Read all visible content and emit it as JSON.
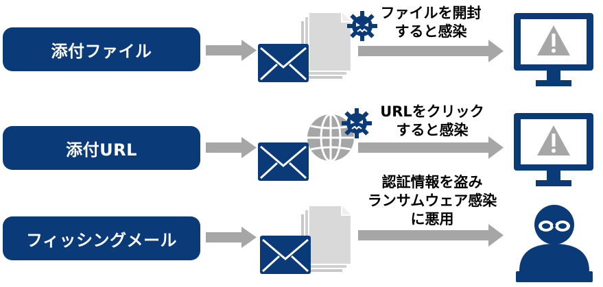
{
  "rows": [
    {
      "label": "添付ファイル",
      "caption_lines": [
        "ファイルを開封",
        "すると感染"
      ]
    },
    {
      "label": "添付URL",
      "caption_lines": [
        "URLをクリック",
        "すると感染"
      ]
    },
    {
      "label": "フィッシングメール",
      "caption_lines": [
        "認証情報を盗み",
        "ランサムウェア感染",
        "に悪用"
      ]
    }
  ],
  "colors": {
    "navy": "#0b3a78",
    "arrow": "#a6a6a6",
    "doc": "#d9d9d9"
  },
  "icons": [
    "envelope-icon",
    "document-stack-icon",
    "virus-icon",
    "globe-icon",
    "warning-monitor-icon",
    "hacker-icon"
  ]
}
